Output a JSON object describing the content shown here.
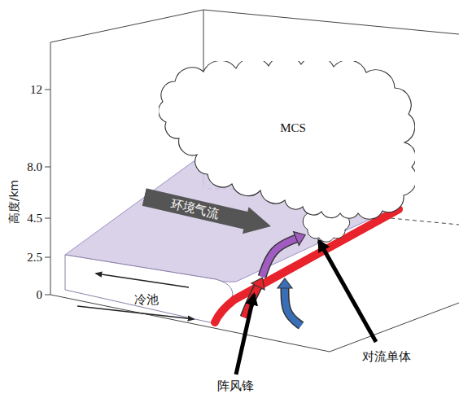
{
  "diagram": {
    "nodes": [
      {
        "text": [
          "MCS"
        ]
      },
      {
        "text": [
          "环境气流"
        ]
      }
    ],
    "labels": [
      "12",
      "8.0",
      "4.5",
      "2.5",
      "0",
      "高度/km",
      "冷池",
      "对流单体",
      "阵风锋"
    ]
  }
}
